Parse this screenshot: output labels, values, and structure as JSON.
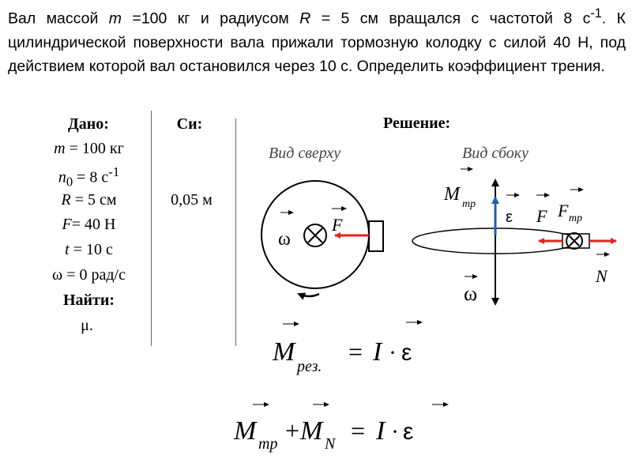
{
  "problem": {
    "p1": "Вал массой ",
    "m_sym": "m",
    "p2": " =100 кг и радиусом ",
    "r_sym": "R",
    "p3": " = 5 см вращался с частотой 8 с",
    "p3_sup": "-1",
    "p4": ". К цилиндрической поверхности вала прижали тормозную колодку с силой 40 Н, под действием которой вал остановился через 10 с. Определить коэффициент трения."
  },
  "given": {
    "header": "Дано:",
    "items": [
      {
        "sym": "m",
        "sub": "",
        "sup": "",
        "val": " = 100 кг"
      },
      {
        "sym": "n",
        "sub": "0",
        "sup": "-1",
        "val": " = 8 с"
      },
      {
        "sym": "R",
        "sub": "",
        "sup": "",
        "val": " = 5 см"
      },
      {
        "sym": "F",
        "sub": "",
        "sup": "",
        "val": "= 40 Н"
      },
      {
        "sym": "t",
        "sub": "",
        "sup": "",
        "val": " = 10 с"
      },
      {
        "sym": "ω",
        "sub": "",
        "sup": "",
        "val": " = 0 рад/с"
      }
    ],
    "find_header": "Найти:",
    "find_value": "μ."
  },
  "si": {
    "header": "Си:",
    "value": "0,05 м"
  },
  "solution": {
    "header": "Решение:",
    "top_view_label": "Вид сверху",
    "side_view_label": "Вид сбоку"
  },
  "symbols": {
    "omega": "ω",
    "epsilon": "ε",
    "F": "F",
    "N": "N",
    "M": "M",
    "I": "I",
    "tr_sub": "тр",
    "rez_sub": "рез.",
    "N_sub": "N",
    "eq": "=",
    "dot": "·",
    "plus": "+"
  },
  "colors": {
    "vector_red": "#e8201c",
    "vector_blue": "#2060a8"
  }
}
